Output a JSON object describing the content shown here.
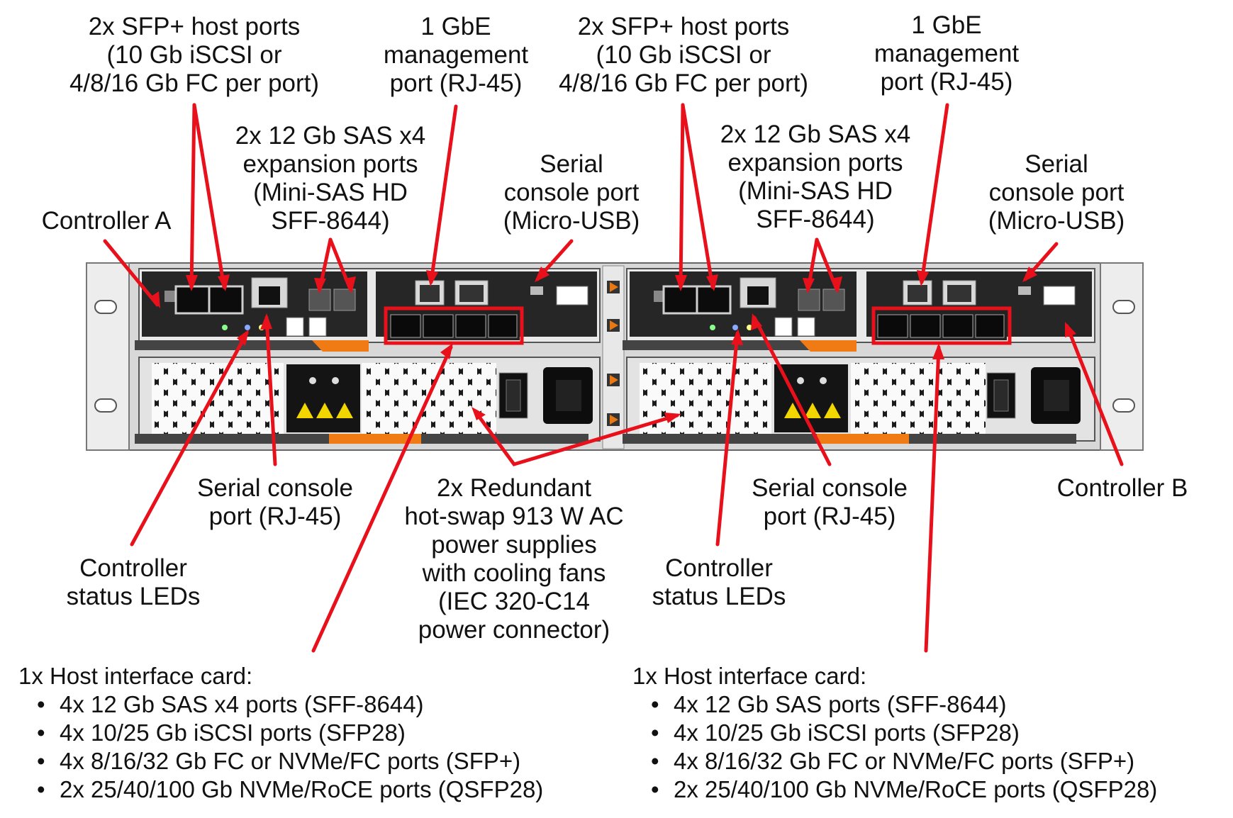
{
  "labels": {
    "sfp_left": [
      "2x SFP+ host ports",
      "(10 Gb iSCSI or",
      "4/8/16 Gb FC per port)"
    ],
    "gbe_left": [
      "1 GbE",
      "management",
      "port (RJ-45)"
    ],
    "sfp_right": [
      "2x SFP+ host ports",
      "(10 Gb iSCSI or",
      "4/8/16 Gb FC per port)"
    ],
    "gbe_right": [
      "1 GbE",
      "management",
      "port (RJ-45)"
    ],
    "sas_left": [
      "2x 12 Gb SAS x4",
      "expansion ports",
      "(Mini-SAS HD",
      "SFF-8644)"
    ],
    "usb_left": [
      "Serial",
      "console port",
      "(Micro-USB)"
    ],
    "sas_right": [
      "2x 12 Gb SAS x4",
      "expansion ports",
      "(Mini-SAS HD",
      "SFF-8644)"
    ],
    "usb_right": [
      "Serial",
      "console port",
      "(Micro-USB)"
    ],
    "controller_a": "Controller A",
    "controller_b": "Controller B",
    "serial_rj45_left": [
      "Serial console",
      "port (RJ-45)"
    ],
    "serial_rj45_right": [
      "Serial console",
      "port (RJ-45)"
    ],
    "psu": [
      "2x Redundant",
      "hot-swap 913 W AC",
      "power supplies",
      "with cooling fans",
      "(IEC 320-C14",
      "power connector)"
    ],
    "leds_left": [
      "Controller",
      "status LEDs"
    ],
    "leds_right": [
      "Controller",
      "status LEDs"
    ]
  },
  "host_cards": [
    {
      "title": "1x Host interface card:",
      "items": [
        "4x 12 Gb SAS x4 ports (SFF-8644)",
        "4x 10/25 Gb iSCSI ports (SFP28)",
        "4x 8/16/32 Gb FC or NVMe/FC ports (SFP+)",
        "2x 25/40/100 Gb NVMe/RoCE ports (QSFP28)"
      ]
    },
    {
      "title": "1x Host interface card:",
      "items": [
        "4x 12 Gb SAS ports (SFF-8644)",
        "4x 10/25 Gb iSCSI ports (SFP28)",
        "4x 8/16/32 Gb FC or NVMe/FC ports (SFP+)",
        "2x 25/40/100 Gb NVMe/RoCE ports (QSFP28)"
      ]
    }
  ],
  "colors": {
    "callout": "#e8111b",
    "chassis": "#2b2b2b",
    "bezel": "#e6e6e6",
    "latch": "#f07a14"
  }
}
